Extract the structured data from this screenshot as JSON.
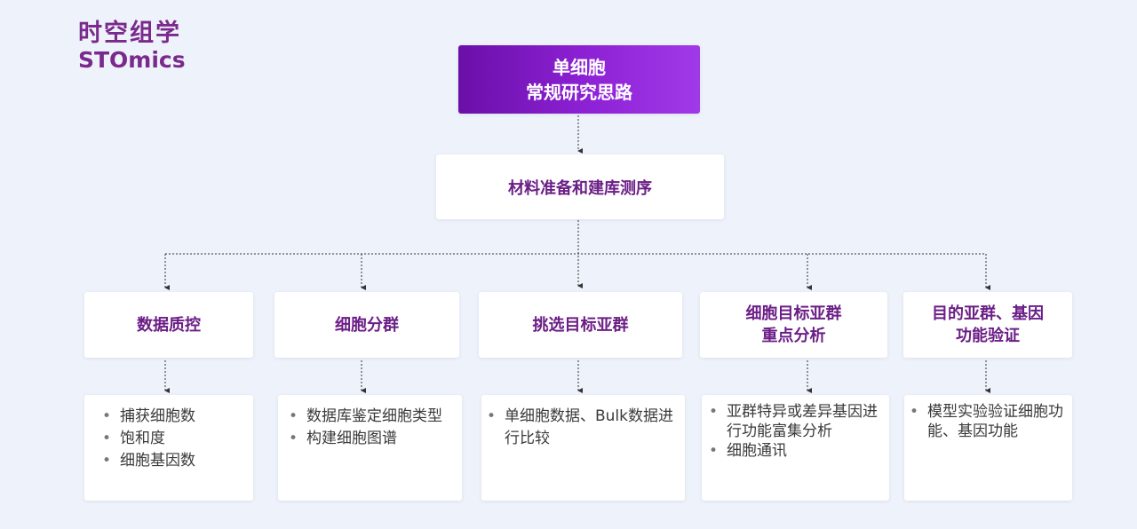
{
  "logo": {
    "cn": "时空组学",
    "en": "STOmics"
  },
  "title": {
    "line1": "单细胞",
    "line2": "常规研究思路"
  },
  "prep": "材料准备和建库测序",
  "categories": [
    {
      "lines": [
        "数据质控"
      ]
    },
    {
      "lines": [
        "细胞分群"
      ]
    },
    {
      "lines": [
        "挑选目标亚群"
      ]
    },
    {
      "lines": [
        "细胞目标亚群",
        "重点分析"
      ]
    },
    {
      "lines": [
        "目的亚群、基因",
        "功能验证"
      ]
    }
  ],
  "details": [
    {
      "items": [
        "捕获细胞数",
        "饱和度",
        "细胞基因数"
      ]
    },
    {
      "items": [
        "数据库鉴定细胞类型",
        "构建细胞图谱"
      ]
    },
    {
      "items": [
        "单细胞数据、Bulk数据进行比较"
      ]
    },
    {
      "items": [
        "亚群特异或差异基因进行功能富集分析",
        "细胞通讯"
      ]
    },
    {
      "items": [
        "模型实验验证细胞功能、基因功能"
      ]
    }
  ],
  "colors": {
    "accent": "#7a2a8c",
    "title_gradient_start": "#6a0fa8",
    "title_gradient_end": "#a03ae8",
    "background": "#eef2fa"
  }
}
